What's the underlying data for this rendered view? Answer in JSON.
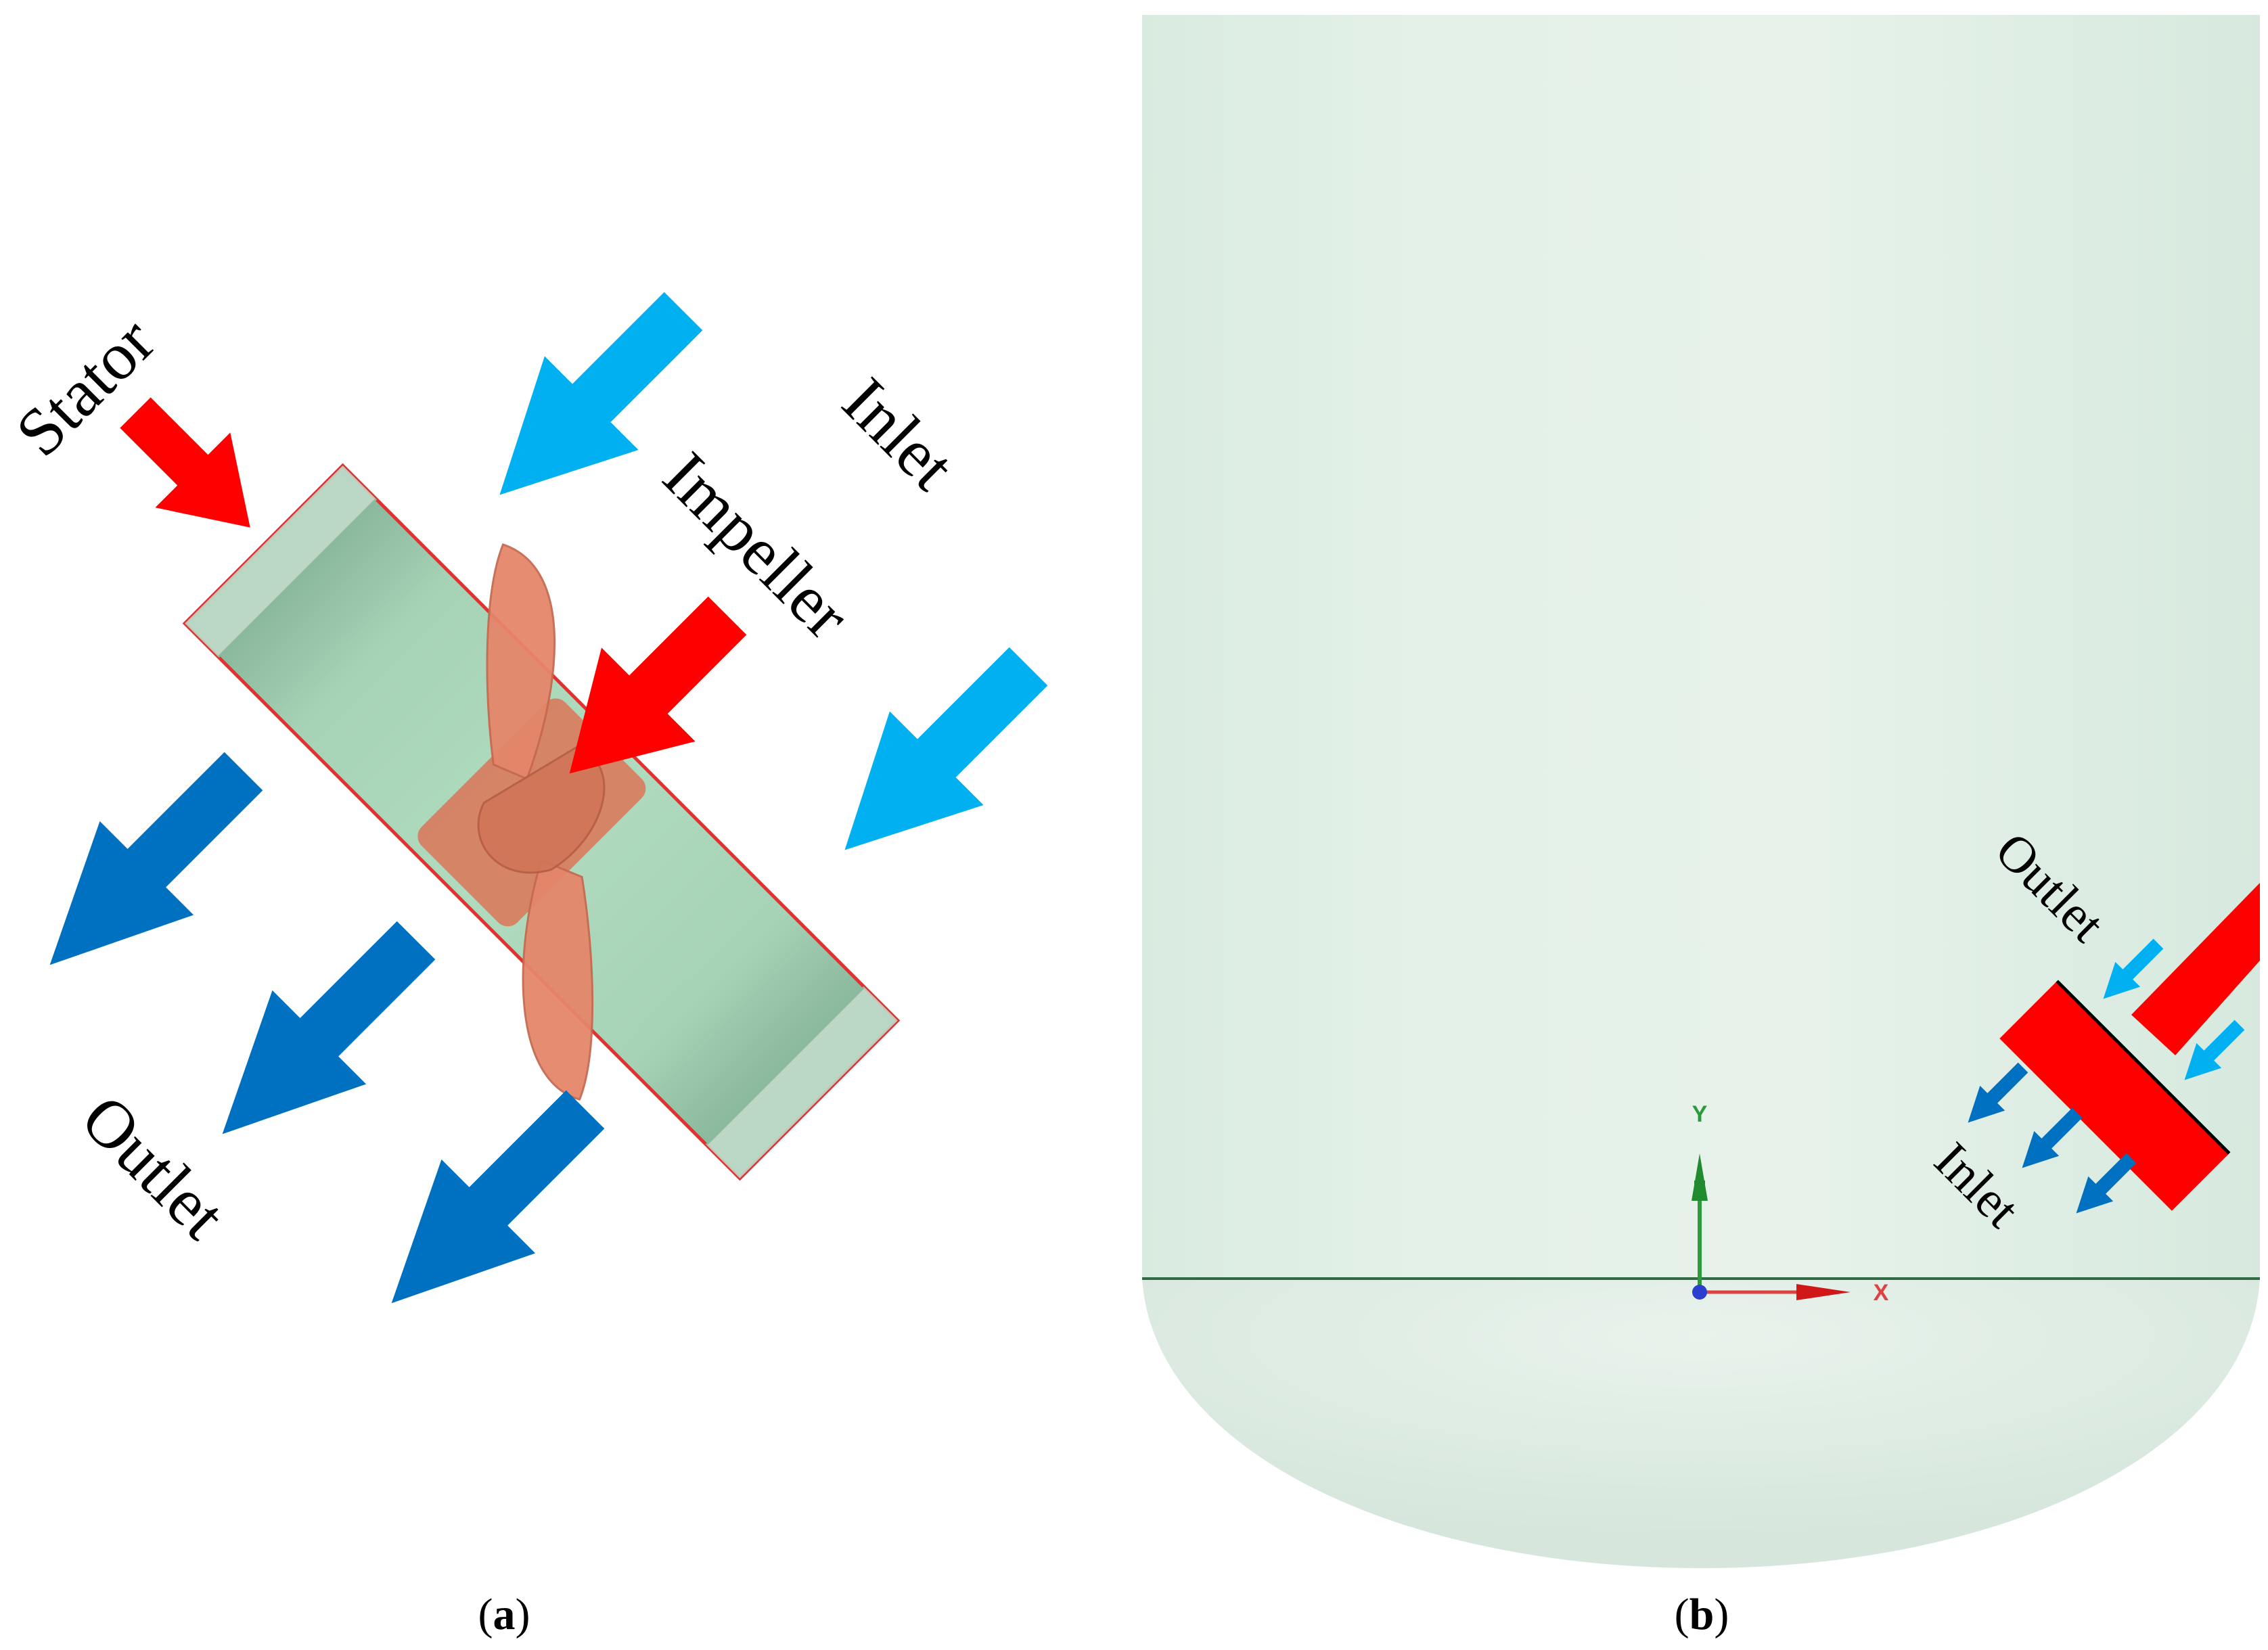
{
  "panel_a": {
    "labels": {
      "stator": "Stator",
      "inlet": "Inlet",
      "impeller": "Impeller",
      "outlet": "Outlet"
    },
    "caption": {
      "open": "(",
      "letter": "a",
      "close": ")"
    }
  },
  "panel_b": {
    "labels": {
      "outlet": "Outlet",
      "inlet": "Inlet"
    },
    "axes": {
      "y": "Y",
      "x": "X"
    },
    "caption": {
      "open": "(",
      "letter": "b",
      "close": ")"
    }
  },
  "colors": {
    "inlet_arrow": "#00b0f0",
    "outlet_arrow": "#0070c0",
    "pointer_arrow": "#ff0000",
    "domain_fill": "#a9d4b8",
    "tank_fill": "#e3f0e8",
    "impeller": "#e4866a",
    "axis_y": "#2a9a3a",
    "axis_x": "#e04040"
  },
  "icons": {
    "inlet_arrows": "arrow-down-left",
    "outlet_arrows": "arrow-down-left",
    "pointer_arrows": "arrow-pointer",
    "coordinate_triad": "xy-axes-icon"
  }
}
